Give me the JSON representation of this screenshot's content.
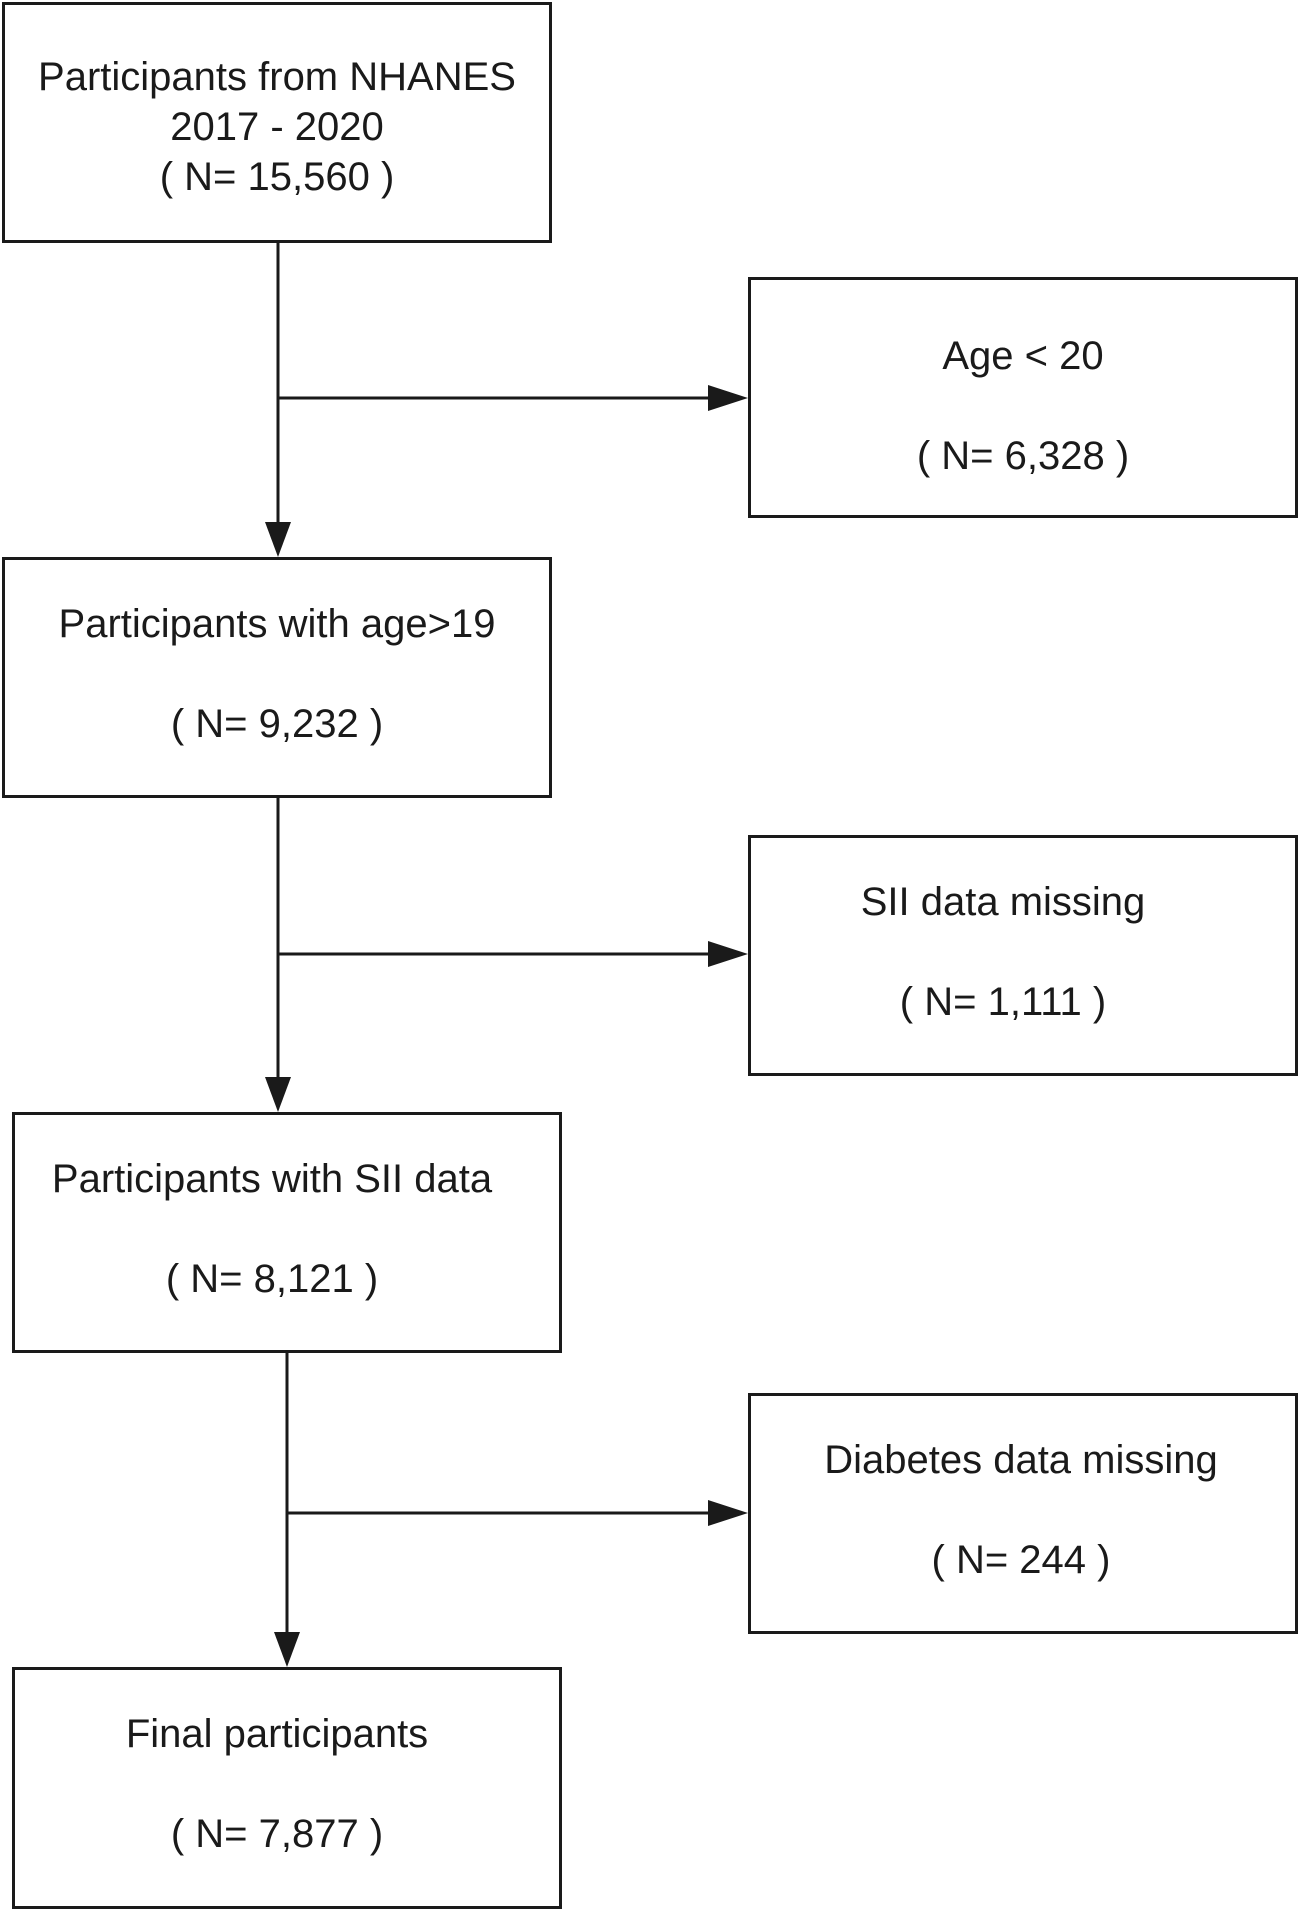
{
  "flowchart": {
    "start": {
      "line1": "Participants from NHANES",
      "line2": "2017 - 2020",
      "count": "( N= 15,560 )"
    },
    "exclusion_age": {
      "label": "Age < 20",
      "count": "( N= 6,328 )"
    },
    "age_filtered": {
      "label": "Participants with age>19",
      "count": "( N= 9,232 )"
    },
    "exclusion_sii": {
      "label": "SII data missing",
      "count": "( N= 1,111 )"
    },
    "sii_filtered": {
      "label": "Participants with SII data",
      "count": "( N= 8,121 )"
    },
    "exclusion_diabetes": {
      "label": "Diabetes data missing",
      "count": "( N= 244 )"
    },
    "final": {
      "label": "Final participants",
      "count": "( N= 7,877 )"
    }
  },
  "colors": {
    "stroke": "#1a1a1a",
    "background": "#ffffff"
  }
}
